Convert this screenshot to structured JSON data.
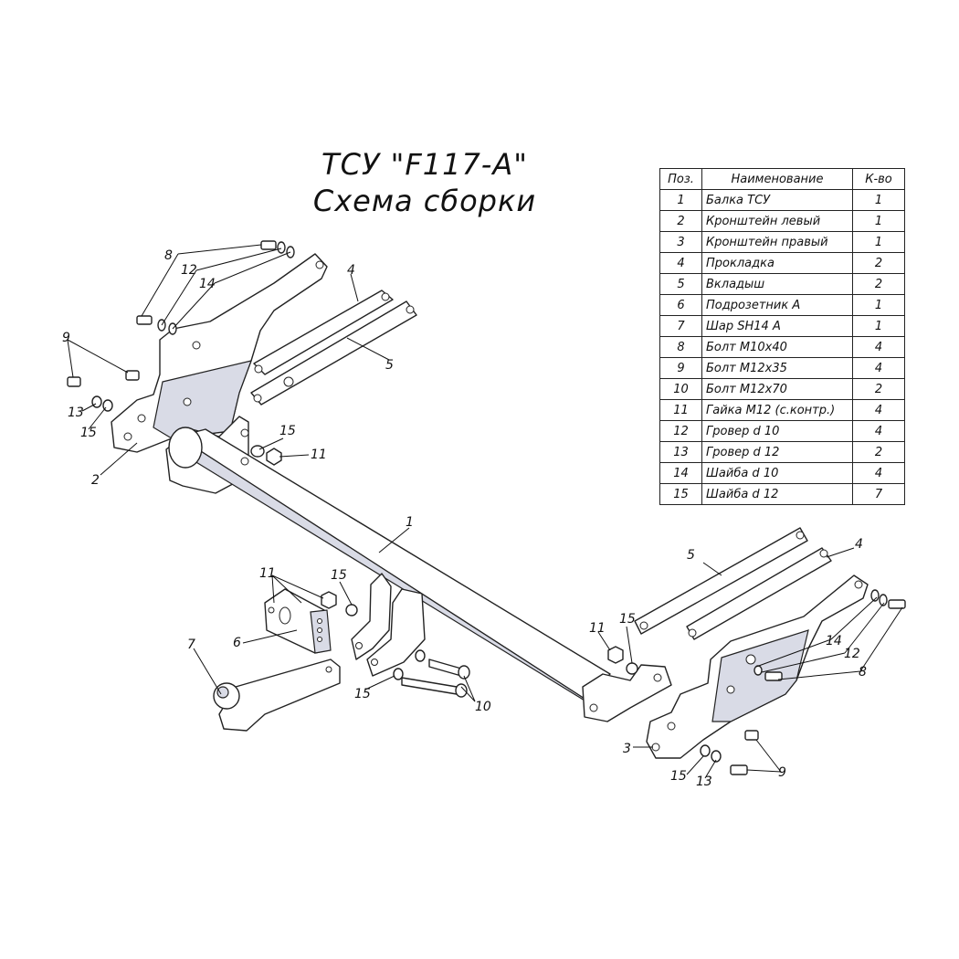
{
  "header": {
    "title_line1": "ТСУ \"F117-A\"",
    "title_line2": "Схема сборки"
  },
  "table": {
    "headers": {
      "pos": "Поз.",
      "name": "Наименование",
      "qty": "К-во"
    },
    "rows": [
      {
        "pos": "1",
        "name": "Балка ТСУ",
        "qty": "1"
      },
      {
        "pos": "2",
        "name": "Кронштейн левый",
        "qty": "1"
      },
      {
        "pos": "3",
        "name": "Кронштейн правый",
        "qty": "1"
      },
      {
        "pos": "4",
        "name": "Прокладка",
        "qty": "2"
      },
      {
        "pos": "5",
        "name": "Вкладыш",
        "qty": "2"
      },
      {
        "pos": "6",
        "name": "Подрозетник А",
        "qty": "1"
      },
      {
        "pos": "7",
        "name": "Шар SH14 A",
        "qty": "1"
      },
      {
        "pos": "8",
        "name": "Болт М10х40",
        "qty": "4"
      },
      {
        "pos": "9",
        "name": "Болт М12х35",
        "qty": "4"
      },
      {
        "pos": "10",
        "name": "Болт М12х70",
        "qty": "2"
      },
      {
        "pos": "11",
        "name": "Гайка М12 (с.контр.)",
        "qty": "4"
      },
      {
        "pos": "12",
        "name": "Гровер d 10",
        "qty": "4"
      },
      {
        "pos": "13",
        "name": "Гровер d 12",
        "qty": "2"
      },
      {
        "pos": "14",
        "name": "Шайба d 10",
        "qty": "4"
      },
      {
        "pos": "15",
        "name": "Шайба d 12",
        "qty": "7"
      }
    ]
  },
  "callouts": {
    "c1": "1",
    "c2": "2",
    "c3": "3",
    "c4": "4",
    "c5": "5",
    "c6": "6",
    "c7": "7",
    "c8": "8",
    "c9": "9",
    "c10": "10",
    "c11": "11",
    "c12": "12",
    "c13": "13",
    "c14": "14",
    "c15": "15"
  }
}
